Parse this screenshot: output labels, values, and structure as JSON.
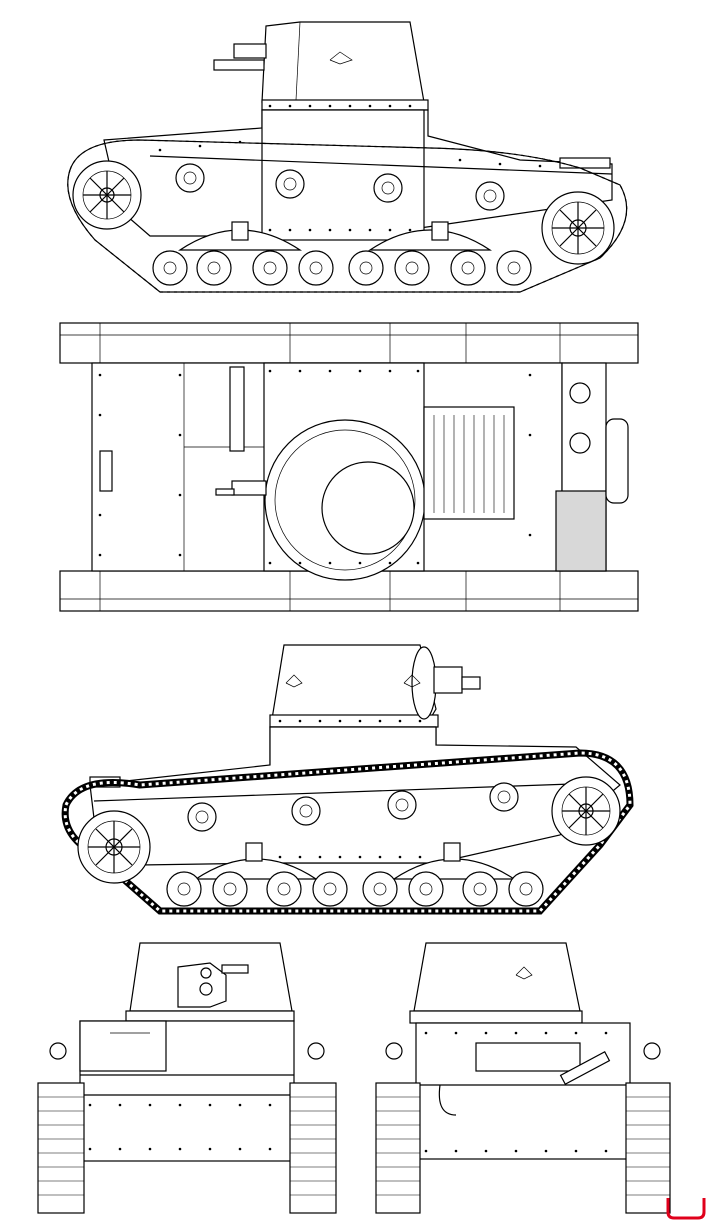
{
  "drawing": {
    "views": [
      "right-side-elevation",
      "top-plan",
      "left-side-elevation",
      "front-elevation",
      "rear-elevation"
    ]
  },
  "colors": {
    "line": "#000000",
    "paper": "#ffffff",
    "corner_mark": "#e0001b"
  }
}
